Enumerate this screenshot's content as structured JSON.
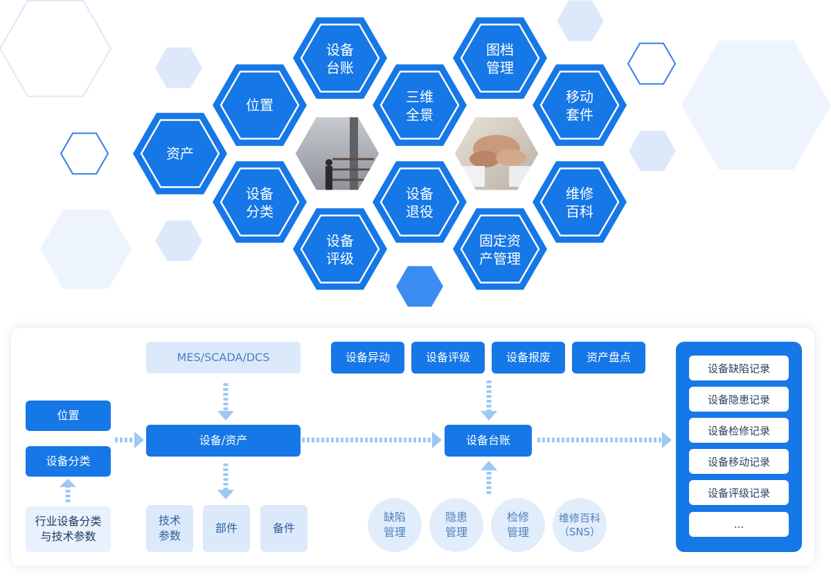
{
  "hex_tiles": [
    {
      "id": "asset",
      "lines": [
        "资产"
      ]
    },
    {
      "id": "location",
      "lines": [
        "位置"
      ]
    },
    {
      "id": "ledger",
      "lines": [
        "设备",
        "台账"
      ]
    },
    {
      "id": "category",
      "lines": [
        "设备",
        "分类"
      ]
    },
    {
      "id": "rating",
      "lines": [
        "设备",
        "评级"
      ]
    },
    {
      "id": "panorama",
      "lines": [
        "三维",
        "全景"
      ]
    },
    {
      "id": "retire",
      "lines": [
        "设备",
        "退役"
      ]
    },
    {
      "id": "archive",
      "lines": [
        "图档",
        "管理"
      ]
    },
    {
      "id": "fixed-asset",
      "lines": [
        "固定资",
        "产管理"
      ]
    },
    {
      "id": "mobile",
      "lines": [
        "移动",
        "套件"
      ]
    },
    {
      "id": "wiki",
      "lines": [
        "维修",
        "百科"
      ]
    }
  ],
  "flow": {
    "location": "位置",
    "category": "设备分类",
    "industry_lines": [
      "行业设备分类",
      "与技术参数"
    ],
    "source_system": "MES/SCADA/DCS",
    "device_asset": "设备/资产",
    "tech_lines": [
      "技术",
      "参数"
    ],
    "parts": "部件",
    "spares": "备件",
    "top_actions": [
      "设备异动",
      "设备评级",
      "设备报废",
      "资产盘点"
    ],
    "ledger": "设备台账",
    "circles": [
      {
        "lines": [
          "缺陷",
          "管理"
        ]
      },
      {
        "lines": [
          "隐患",
          "管理"
        ]
      },
      {
        "lines": [
          "检修",
          "管理"
        ]
      },
      {
        "lines": [
          "维修百科",
          "（SNS）"
        ]
      }
    ],
    "records": [
      "设备缺陷记录",
      "设备隐患记录",
      "设备检修记录",
      "设备移动记录",
      "设备评级记录",
      "..."
    ]
  },
  "colors": {
    "primary": "#1677e6",
    "light": "#dce9fb",
    "pale": "#eef4fd",
    "outline": "#2f7ee8"
  }
}
